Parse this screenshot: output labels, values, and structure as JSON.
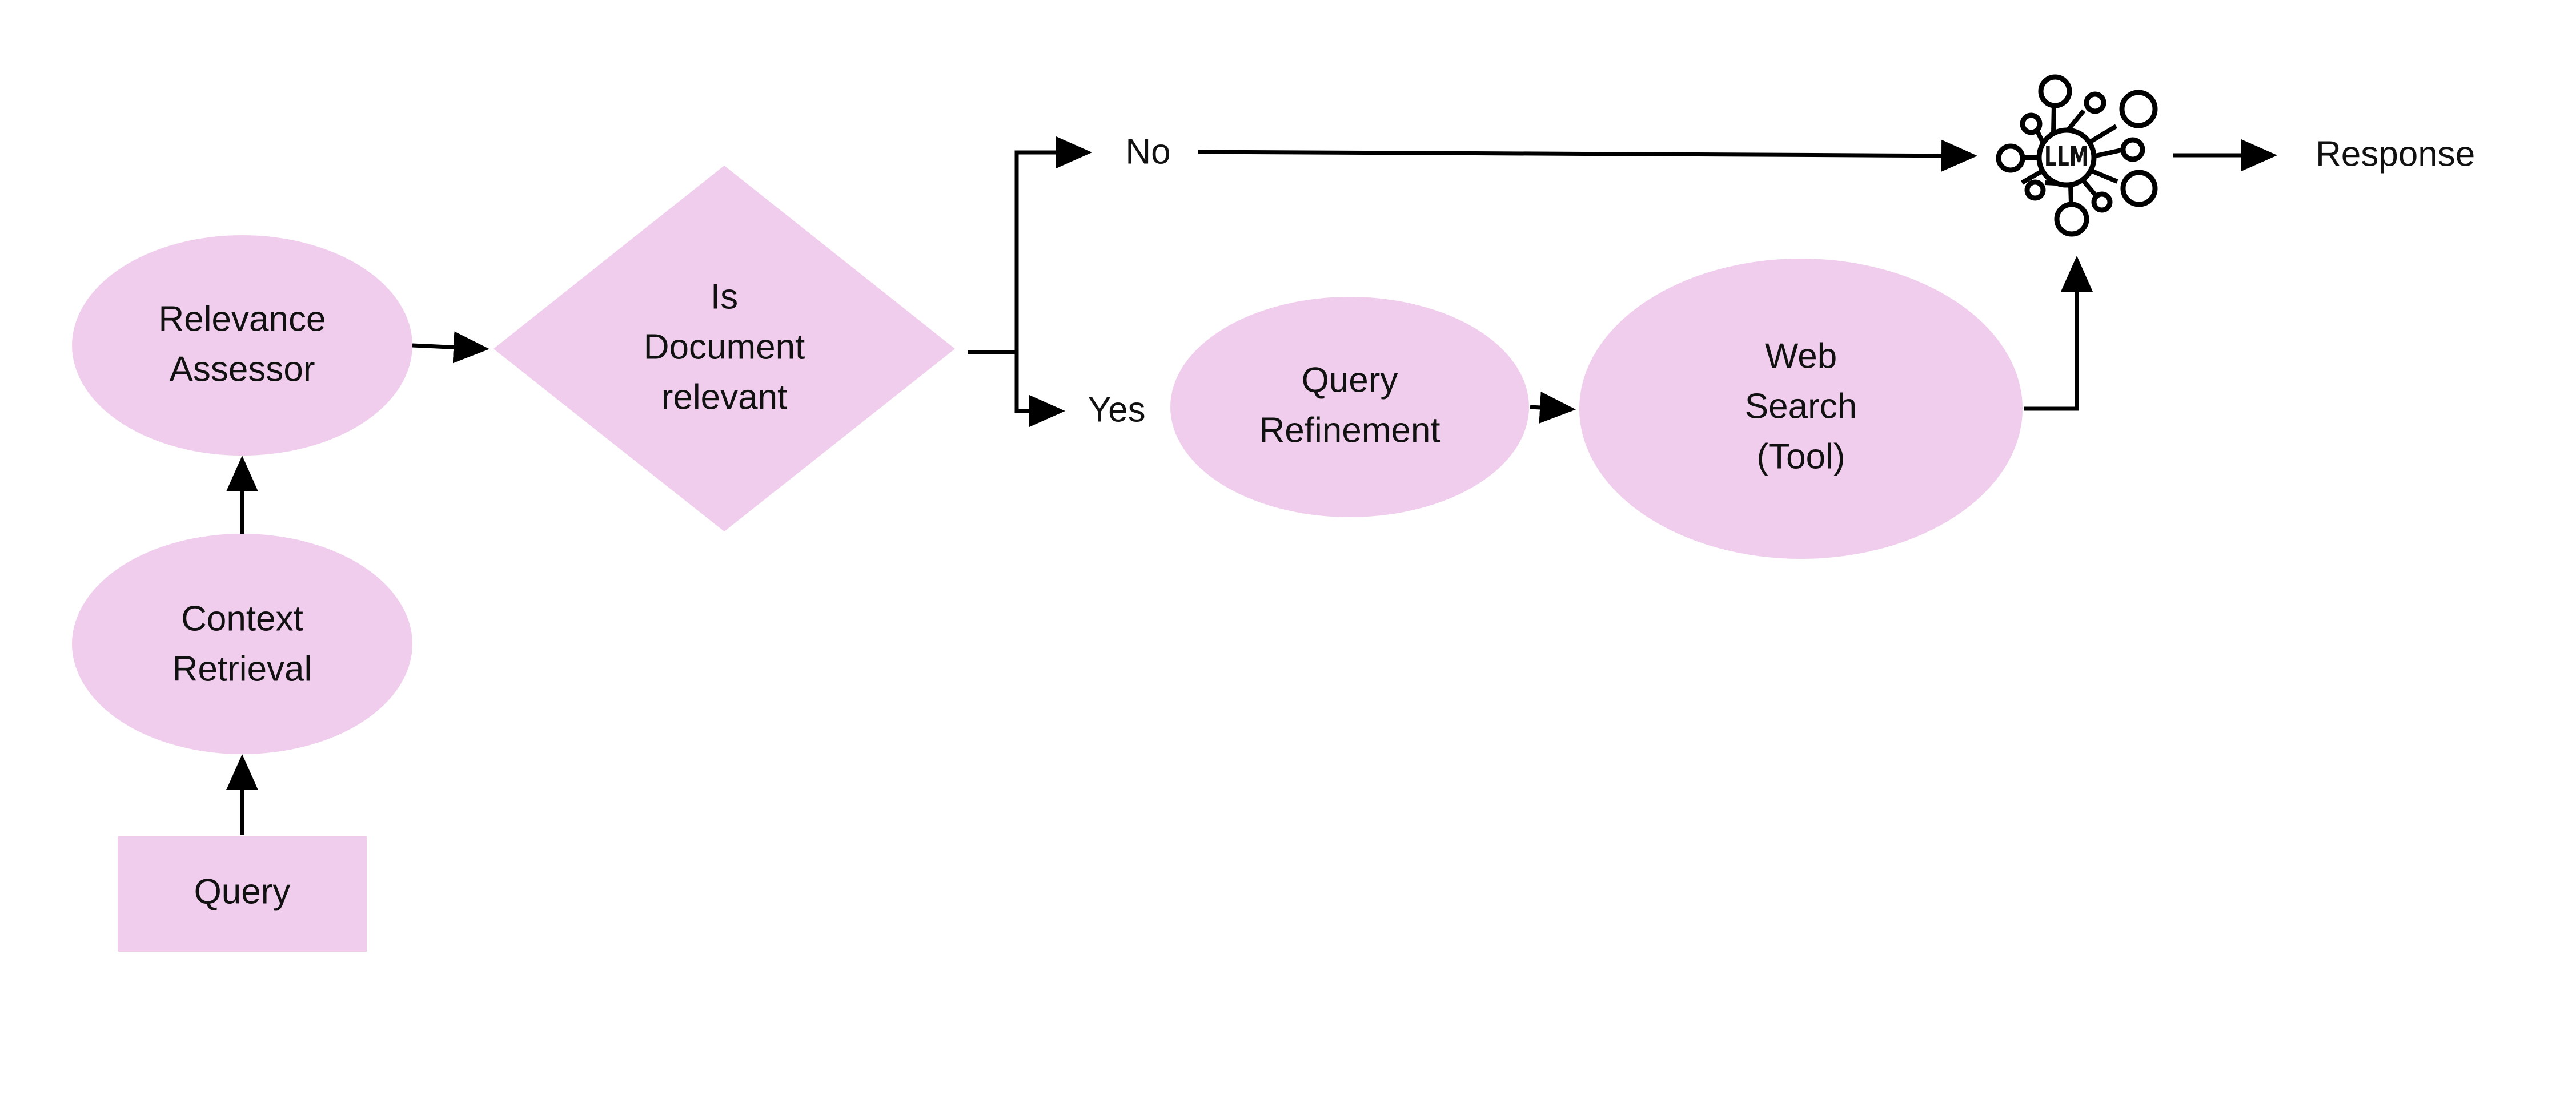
{
  "colors": {
    "shape_fill": "#f0cdec",
    "line": "#000000",
    "text": "#111111"
  },
  "nodes": {
    "query": {
      "label": "Query"
    },
    "context_retrieval": {
      "line1": "Context",
      "line2": "Retrieval"
    },
    "relevance_assessor": {
      "line1": "Relevance",
      "line2": "Assessor"
    },
    "decision": {
      "line1": "Is",
      "line2": "Document",
      "line3": "relevant"
    },
    "query_refinement": {
      "line1": "Query",
      "line2": "Refinement"
    },
    "web_search": {
      "line1": "Web",
      "line2": "Search",
      "line3": "(Tool)"
    },
    "llm": {
      "label": "LLM",
      "icon": "llm-network-icon"
    }
  },
  "branches": {
    "no_label": "No",
    "yes_label": "Yes"
  },
  "output": {
    "label": "Response"
  }
}
